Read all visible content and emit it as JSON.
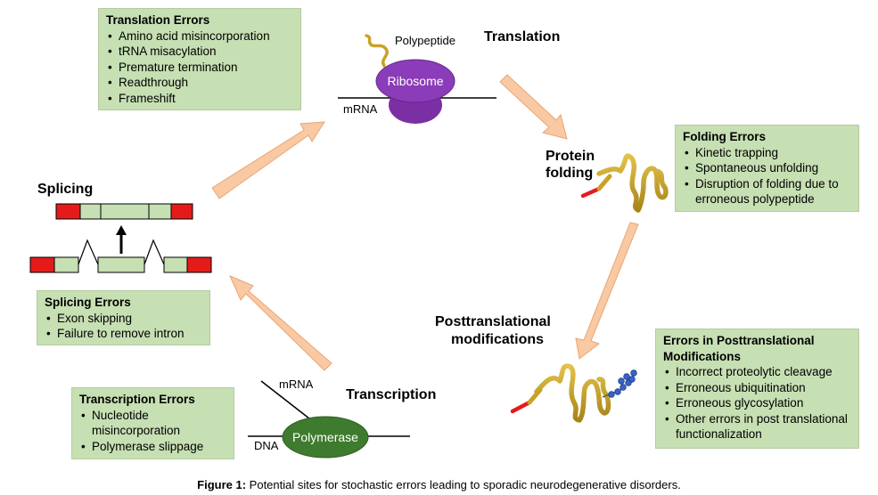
{
  "translation_errors": {
    "title": "Translation Errors",
    "items": [
      "Amino acid misincorporation",
      "tRNA misacylation",
      "Premature termination",
      "Readthrough",
      "Frameshift"
    ]
  },
  "folding_errors": {
    "title": "Folding Errors",
    "items": [
      "Kinetic trapping",
      "Spontaneous unfolding",
      "Disruption of folding due to erroneous polypeptide"
    ]
  },
  "splicing_errors": {
    "title": "Splicing Errors",
    "items": [
      "Exon skipping",
      "Failure to remove intron"
    ]
  },
  "transcription_errors": {
    "title": "Transcription Errors",
    "items": [
      "Nucleotide misincorporation",
      "Polymerase slippage"
    ]
  },
  "ptm_errors": {
    "title": "Errors in Posttranslational Modifications",
    "items": [
      "Incorrect proteolytic cleavage",
      "Erroneous ubiquitination",
      "Erroneous glycosylation",
      "Other errors in post translational functionalization"
    ]
  },
  "labels": {
    "translation": "Translation",
    "polypeptide": "Polypeptide",
    "ribosome": "Ribosome",
    "mrna_top": "mRNA",
    "protein_folding_line1": "Protein",
    "protein_folding_line2": "folding",
    "splicing": "Splicing",
    "ptm_line1": "Posttranslational",
    "ptm_line2": "modifications",
    "transcription": "Transcription",
    "mrna_bottom": "mRNA",
    "dna": "DNA",
    "polymerase": "Polymerase"
  },
  "caption": {
    "prefix": "Figure 1:",
    "text": " Potential sites for stochastic errors leading to sporadic neurodegenerative disorders."
  },
  "colors": {
    "box_fill": "#c6dfb3",
    "arrow_fill": "#f9c9a3",
    "arrow_stroke": "#e8a676",
    "ribosome": "#7b2fa5",
    "polymerase": "#3f7b2e",
    "chain": "#c8a227",
    "exon_red": "#e41b1b",
    "exon_green": "#c6dfb3",
    "glycan": "#3a63c8"
  }
}
